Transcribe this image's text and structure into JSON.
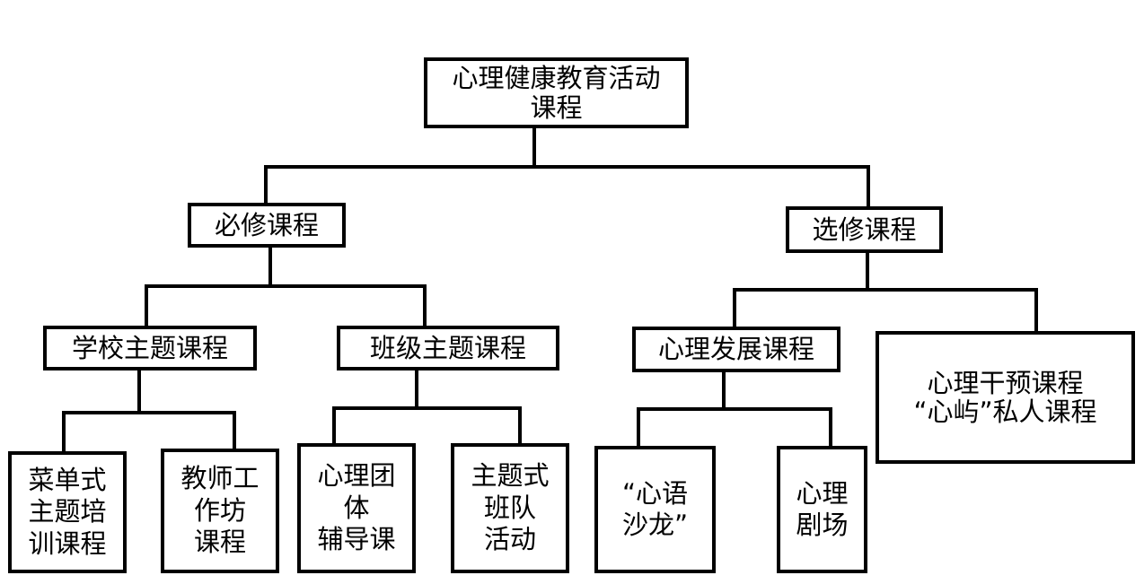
{
  "diagram": {
    "root": {
      "lines": [
        "心理健康教育活动",
        "课程"
      ]
    },
    "required": {
      "lines": [
        "必修课程"
      ]
    },
    "elective": {
      "lines": [
        "选修课程"
      ]
    },
    "school_theme": {
      "lines": [
        "学校主题课程"
      ]
    },
    "class_theme": {
      "lines": [
        "班级主题课程"
      ]
    },
    "psych_development": {
      "lines": [
        "心理发展课程"
      ]
    },
    "psych_intervention": {
      "lines": [
        "心理干预课程",
        "“心屿”私人课程"
      ]
    },
    "menu_training": {
      "lines": [
        "菜单式",
        "主题培",
        "训课程"
      ]
    },
    "teacher_workshop": {
      "lines": [
        "教师工",
        "作坊",
        "课程"
      ]
    },
    "group_counseling": {
      "lines": [
        "心理团",
        "体",
        "辅导课"
      ]
    },
    "theme_team_activity": {
      "lines": [
        "主题式",
        "班队",
        "活动"
      ]
    },
    "heart_salon": {
      "lines": [
        "“心语",
        "沙龙”"
      ]
    },
    "psych_theater": {
      "lines": [
        "心理",
        "剧场"
      ]
    }
  }
}
